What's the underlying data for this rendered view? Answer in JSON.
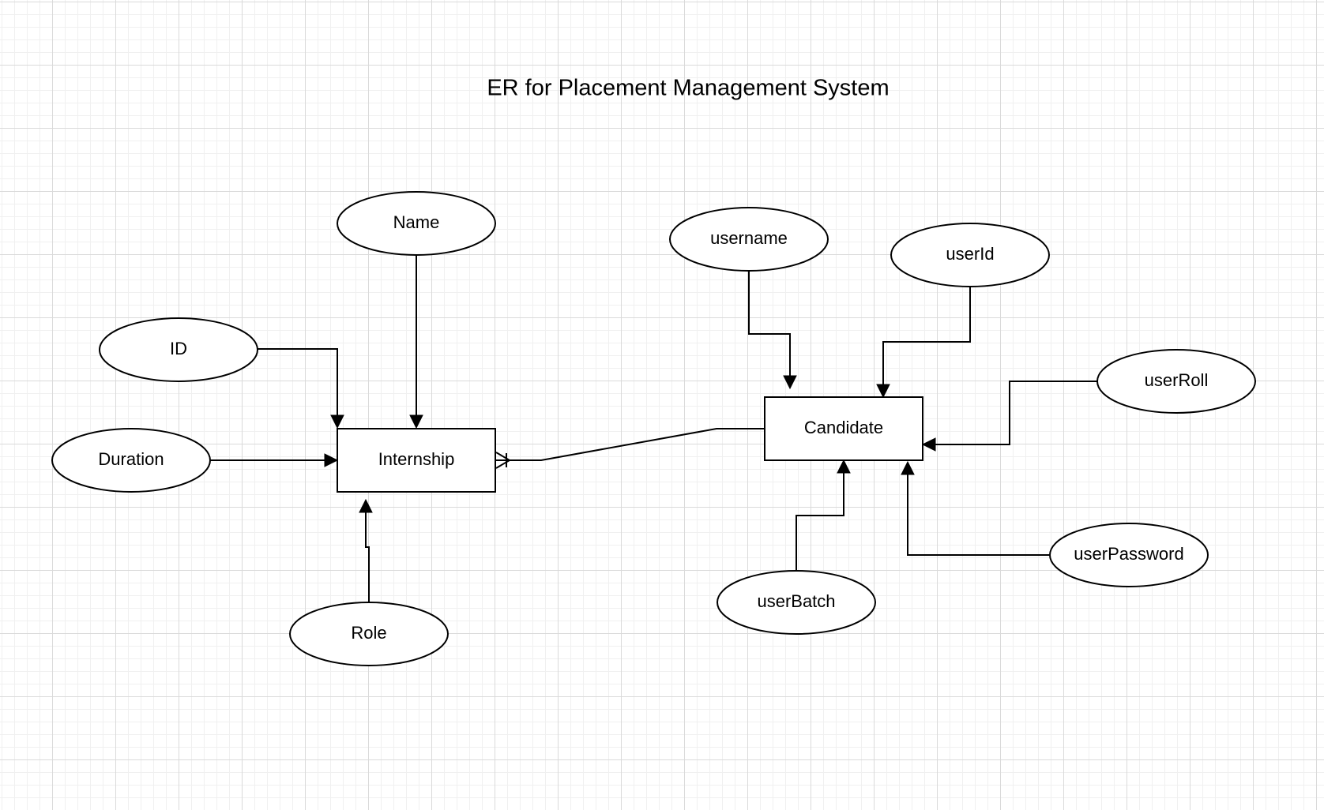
{
  "diagram": {
    "title": "ER for Placement Management System",
    "colors": {
      "background": "#ffffff",
      "grid_major": "#dadada",
      "grid_minor": "#f0f0f0",
      "stroke": "#000000"
    },
    "entities": {
      "internship": {
        "label": "Internship"
      },
      "candidate": {
        "label": "Candidate"
      }
    },
    "attributes": {
      "name": {
        "label": "Name",
        "entity": "Internship"
      },
      "id": {
        "label": "ID",
        "entity": "Internship"
      },
      "duration": {
        "label": "Duration",
        "entity": "Internship"
      },
      "role": {
        "label": "Role",
        "entity": "Internship"
      },
      "username": {
        "label": "username",
        "entity": "Candidate"
      },
      "userid": {
        "label": "userId",
        "entity": "Candidate"
      },
      "userroll": {
        "label": "userRoll",
        "entity": "Candidate"
      },
      "userbatch": {
        "label": "userBatch",
        "entity": "Candidate"
      },
      "userpassword": {
        "label": "userPassword",
        "entity": "Candidate"
      }
    },
    "relationships": [
      {
        "from": "Candidate",
        "to": "Internship",
        "cardinality": "one-or-many"
      }
    ]
  }
}
